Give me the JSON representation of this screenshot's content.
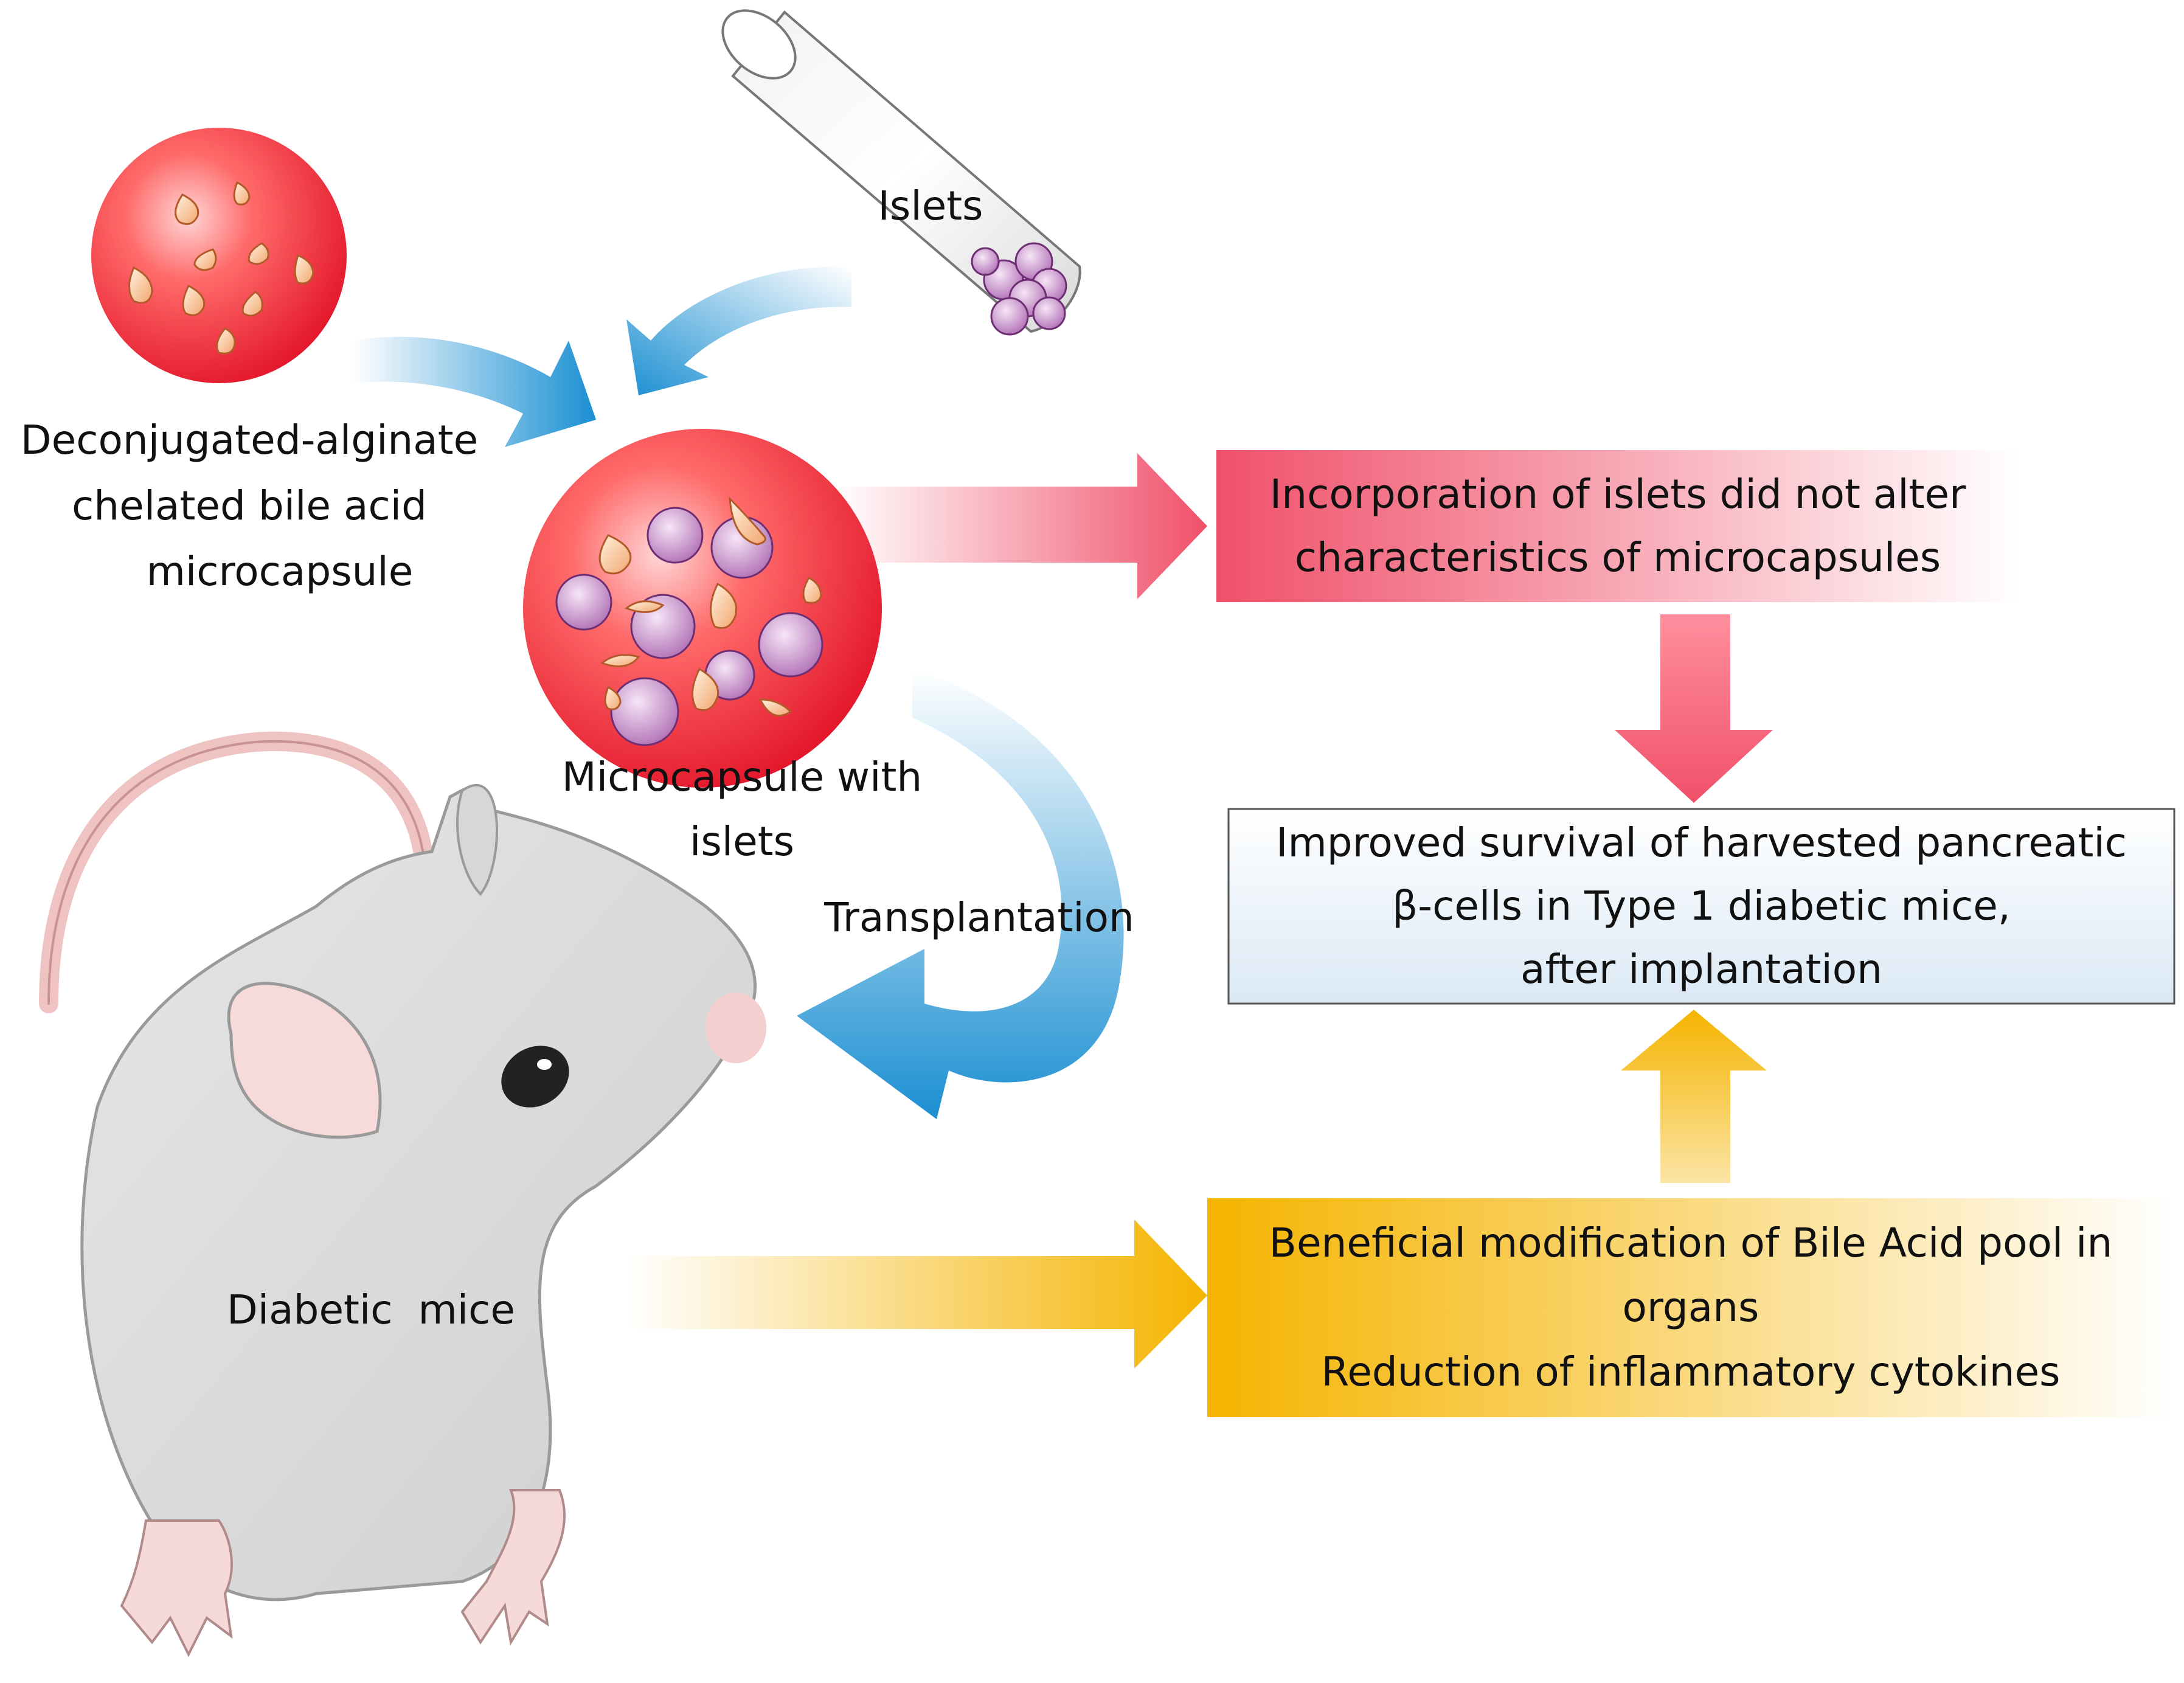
{
  "labels": {
    "islets": "Islets",
    "deconjugated": [
      "Deconjugated-alginate",
      "chelated bile acid",
      "microcapsule"
    ],
    "microcapsule_with_islets": [
      "Microcapsule with",
      "islets"
    ],
    "transplantation": "Transplantation",
    "diabetic_mice": "Diabetic  mice"
  },
  "boxes": {
    "incorporation": [
      "Incorporation of islets did not alter",
      "characteristics of microcapsules"
    ],
    "improved_survival": [
      "Improved survival of harvested pancreatic",
      "β-cells in Type 1 diabetic mice,",
      "after implantation"
    ],
    "beneficial": [
      "Beneficial modification of Bile Acid pool in",
      "organs",
      "Reduction of inflammatory cytokines"
    ]
  },
  "colors": {
    "red_accent": "#f0506a",
    "blue_accent": "#1b8fd2",
    "orange_accent": "#f5b400",
    "mouse_gray": "#dcdcdc",
    "islet_purple": "#c58fc6"
  }
}
